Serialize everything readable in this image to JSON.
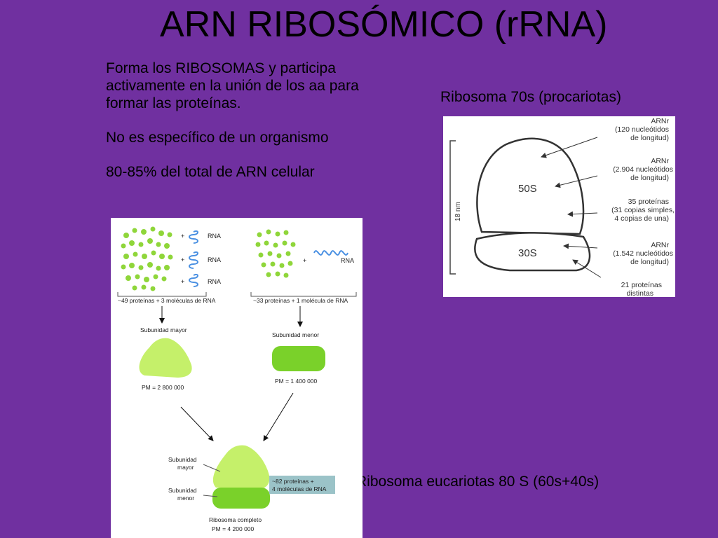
{
  "title": "ARN RIBOSÓMICO (rRNA)",
  "bullets": [
    "Forma los RIBOSOMAS y participa activamente en la unión de los aa para formar las proteínas.",
    "No es específico de un organismo",
    "80-85% del total de ARN celular"
  ],
  "caption_70s": "Ribosoma 70s (procariotas)",
  "caption_80s": "Ribosoma eucariotas 80 S (60s+40s)",
  "diagram_70s": {
    "scale": "18 nm",
    "large": "50S",
    "small": "30S",
    "labels": [
      {
        "line1": "ARNr",
        "line2": "(120 nucleótidos",
        "line3": "de longitud)"
      },
      {
        "line1": "ARNr",
        "line2": "(2.904 nucleótidos",
        "line3": "de longitud)"
      },
      {
        "line1": "35 proteínas",
        "line2": "(31 copias simples,",
        "line3": "4 copias de una)"
      },
      {
        "line1": "ARNr",
        "line2": "(1.542 nucleótidos",
        "line3": "de longitud)"
      },
      {
        "line1": "21 proteínas",
        "line2": "distintas",
        "line3": ""
      }
    ]
  },
  "diagram_80s": {
    "rna": "RNA",
    "plus": "+",
    "large_components": "~49 proteínas + 3 moléculas de RNA",
    "small_components": "~33 proteínas + 1 molécula de RNA",
    "large_subunit": "Subunidad mayor",
    "small_subunit": "Subunidad menor",
    "large_pm": "PM = 2 800 000",
    "small_pm": "PM = 1 400 000",
    "assembled_major_1": "Subunidad",
    "assembled_major_2": "mayor",
    "assembled_minor_1": "Subunidad",
    "assembled_minor_2": "menor",
    "total_1": "~82 proteínas +",
    "total_2": "4  moléculas de RNA",
    "complete": "Ribosoma completo",
    "complete_pm": "PM = 4 200 000"
  }
}
